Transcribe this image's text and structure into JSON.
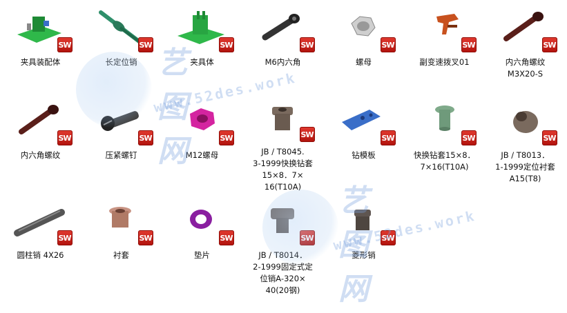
{
  "badge_text": "SW",
  "watermark": {
    "title": "艺图网",
    "url": "www.52des.work"
  },
  "items": [
    {
      "label": "夹具装配体",
      "icon": "fixture-assembly-icon",
      "color": "#2fb84a"
    },
    {
      "label": "长定位销",
      "icon": "long-locating-pin-icon",
      "color": "#2e8f6a"
    },
    {
      "label": "夹具体",
      "icon": "fixture-body-icon",
      "color": "#2fb84a"
    },
    {
      "label": "M6内六角",
      "icon": "hex-socket-screw-icon",
      "color": "#222222"
    },
    {
      "label": "螺母",
      "icon": "nut-icon",
      "color": "#cfcfcf"
    },
    {
      "label": "副变速拨叉01",
      "icon": "shift-fork-icon",
      "color": "#c8511e"
    },
    {
      "label": "内六角螺纹\nM3X20-S",
      "icon": "socket-bolt-icon",
      "color": "#5a1f1a"
    },
    {
      "label": "内六角螺纹",
      "icon": "socket-bolt-icon",
      "color": "#5a1f1a"
    },
    {
      "label": "压紧螺钉",
      "icon": "clamp-screw-icon",
      "color": "#222222"
    },
    {
      "label": "M12螺母",
      "icon": "hex-nut-icon",
      "color": "#d424a0"
    },
    {
      "label": "JB / T8045.\n3-1999快换钻套\n15×8．7×\n16(T10A)",
      "icon": "drill-bushing-icon",
      "color": "#7a6a5e"
    },
    {
      "label": "钻模板",
      "icon": "drill-plate-icon",
      "color": "#3a6ec8"
    },
    {
      "label": "快换钻套15×8．\n7×16(T10A)",
      "icon": "quick-bushing-icon",
      "color": "#7faa8a"
    },
    {
      "label": "JB / T8013．\n1-1999定位衬套\nA15(T8)",
      "icon": "locating-sleeve-icon",
      "color": "#7a6a5e"
    },
    {
      "label": "圆柱销 4X26",
      "icon": "cylinder-pin-icon",
      "color": "#555555"
    },
    {
      "label": "衬套",
      "icon": "bushing-icon",
      "color": "#b07a66"
    },
    {
      "label": "垫片",
      "icon": "washer-icon",
      "color": "#8a1fa0"
    },
    {
      "label": "JB / T8014．\n2-1999固定式定\n位销A-320×\n40(20钢)",
      "icon": "fixed-locating-pin-icon",
      "color": "#6a5f58"
    },
    {
      "label": "菱形销",
      "icon": "diamond-pin-icon",
      "color": "#5e5550"
    }
  ]
}
